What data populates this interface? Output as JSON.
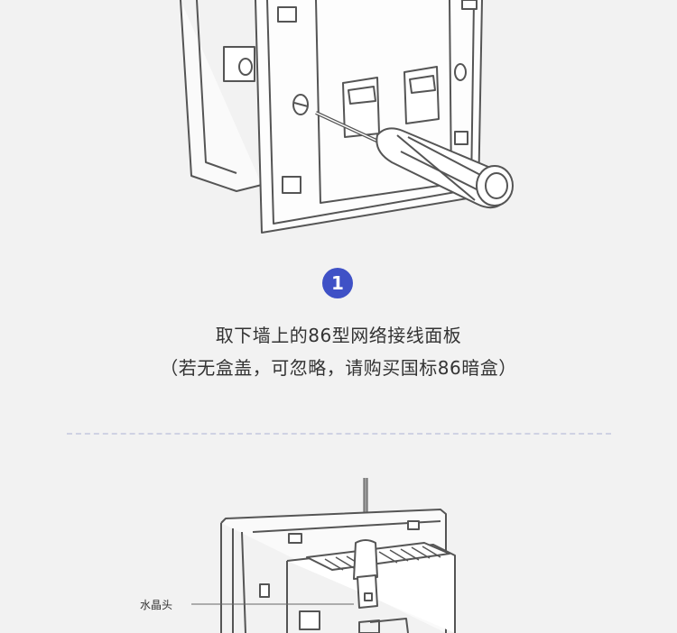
{
  "step": {
    "number": "1"
  },
  "caption": {
    "line1": "取下墙上的86型网络接线面板",
    "line2": "（若无盒盖，可忽略，请购买国标86暗盒）"
  },
  "callout": {
    "label": "水晶头"
  },
  "colors": {
    "badge": "#3f51c6",
    "text": "#333333",
    "divider": "#cfd2e3",
    "stroke": "#555555"
  },
  "icons": [
    "wall-plate-illustration",
    "screwdriver-icon",
    "rj45-connector-icon"
  ]
}
